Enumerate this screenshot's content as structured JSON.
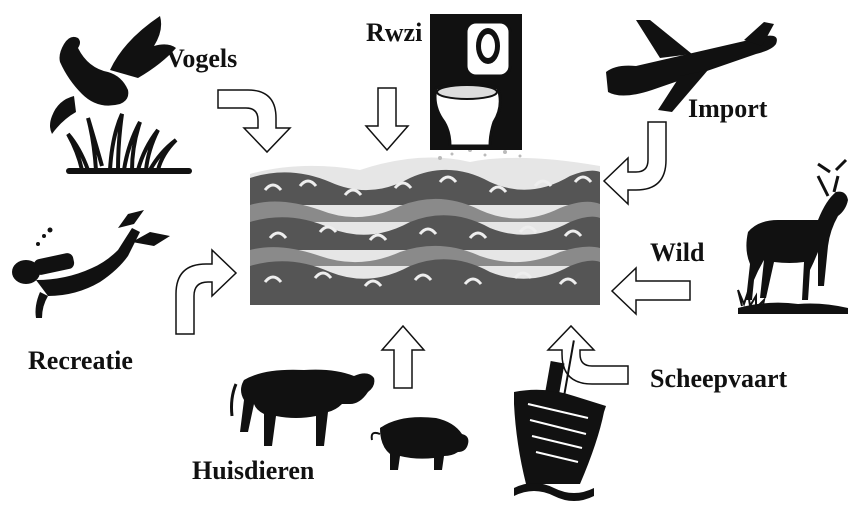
{
  "diagram": {
    "sources": [
      {
        "key": "vogels",
        "label": "Vogels",
        "icon": "duck-icon"
      },
      {
        "key": "rwzi",
        "label": "Rwzi",
        "icon": "toilet-icon"
      },
      {
        "key": "import",
        "label": "Import",
        "icon": "airplane-icon"
      },
      {
        "key": "wild",
        "label": "Wild",
        "icon": "deer-icon"
      },
      {
        "key": "scheepvaart",
        "label": "Scheepvaart",
        "icon": "ship-icon"
      },
      {
        "key": "huisdieren",
        "label": "Huisdieren",
        "icon": "cow-pig-icon"
      },
      {
        "key": "recreatie",
        "label": "Recreatie",
        "icon": "diver-icon"
      }
    ],
    "center_icon": "water-waves-icon"
  },
  "colors": {
    "ink": "#111111",
    "water_dark": "#555555",
    "water_mid": "#8a8a8a",
    "water_light": "#e6e6e6"
  }
}
